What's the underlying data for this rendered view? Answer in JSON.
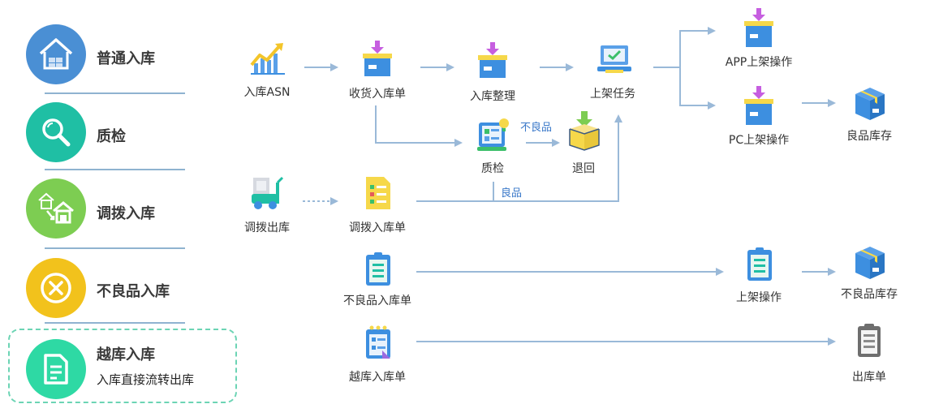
{
  "categories": [
    {
      "label": "普通入库",
      "color": "#4a8fd4",
      "icon": "warehouse-home-icon"
    },
    {
      "label": "质检",
      "color": "#1fbfa4",
      "icon": "magnifier-icon"
    },
    {
      "label": "调拨入库",
      "color": "#7dcd52",
      "icon": "transfer-houses-icon"
    },
    {
      "label": "不良品入库",
      "color": "#f2c21c",
      "icon": "circle-x-icon"
    },
    {
      "label": "越库入库",
      "color": "#2ed9a4",
      "icon": "document-icon",
      "subtitle": "入库直接流转出库"
    }
  ],
  "nodes": {
    "asn": "入库ASN",
    "receipt": "收货入库单",
    "organize": "入库整理",
    "shelf_task": "上架任务",
    "app_shelf": "APP上架操作",
    "pc_shelf": "PC上架操作",
    "good_stock": "良品库存",
    "qc": "质检",
    "return": "退回",
    "transfer_out": "调拨出库",
    "transfer_in_doc": "调拨入库单",
    "bad_in_doc": "不良品入库单",
    "shelf_op": "上架操作",
    "bad_stock": "不良品库存",
    "cross_doc": "越库入库单",
    "out_doc": "出库单"
  },
  "edge_labels": {
    "bad": "不良品",
    "good": "良品"
  },
  "colors": {
    "line": "#9ab9d8",
    "box_blue": "#3d8fe0",
    "box_yellow": "#f6d84a",
    "arrow_purple": "#c65ee0",
    "edge_label": "#3a78c9"
  }
}
